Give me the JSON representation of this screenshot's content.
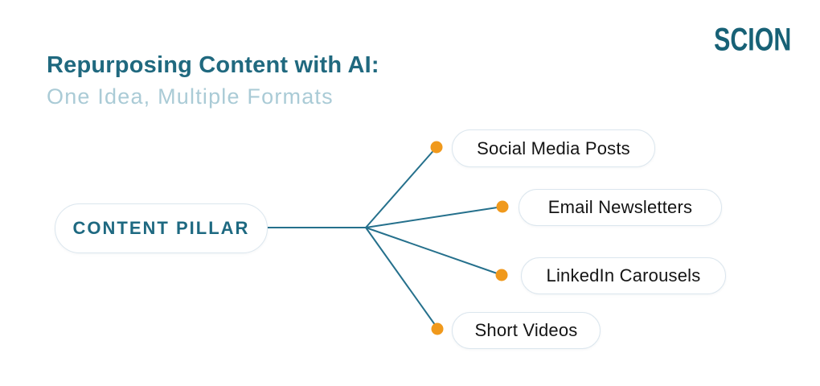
{
  "brand": {
    "logo_text": "SCION"
  },
  "header": {
    "title": "Repurposing Content with AI:",
    "subtitle": "One Idea, Multiple Formats"
  },
  "diagram": {
    "root": {
      "label": "CONTENT PILLAR"
    },
    "branches": [
      {
        "label": "Social Media Posts"
      },
      {
        "label": "Email Newsletters"
      },
      {
        "label": "LinkedIn Carousels"
      },
      {
        "label": "Short Videos"
      }
    ]
  },
  "colors": {
    "brand": "#176176",
    "title": "#20697F",
    "subtitle": "#AACBD6",
    "line": "#25708C",
    "dot": "#F0991C",
    "pill_border": "#DBE6EE",
    "root_text": "#1E6981",
    "branch_text": "#141414"
  }
}
